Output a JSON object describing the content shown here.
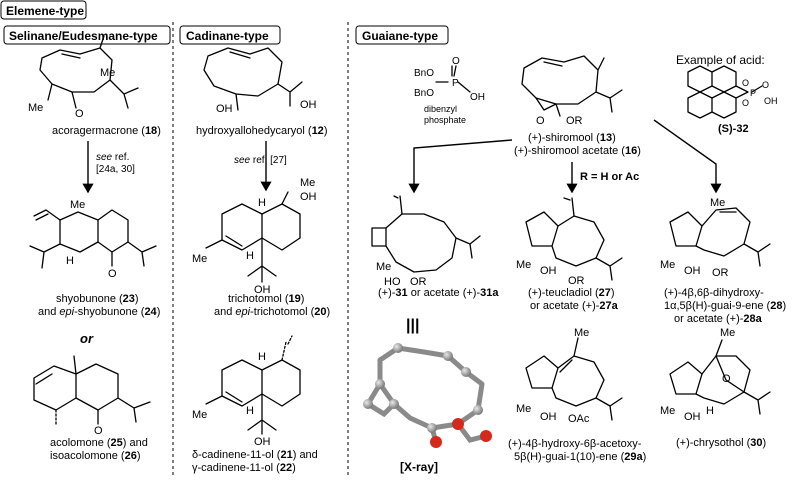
{
  "headers": {
    "elemene": "Elemene-type",
    "selinane": "Selinane/Eudesmane-type",
    "cadinane": "Cadinane-type",
    "guaiane": "Guaiane-type"
  },
  "selinane": {
    "start_name": "acoragermacrone (",
    "start_num": "18",
    "ref_prefix": "see",
    "ref_rest": " ref.",
    "ref_line2": "[24a, 30]",
    "p1_line1_a": "shyobunone (",
    "p1_line1_num": "23",
    "p1_line1_b": ")",
    "p1_line2_a": "and ",
    "p1_line2_epi": "epi",
    "p1_line2_b": "-shyobunone (",
    "p1_line2_num": "24",
    "p1_line2_c": ")",
    "or_label": "or",
    "p2_line1_a": "acolomone (",
    "p2_line1_num": "25",
    "p2_line1_b": ") and",
    "p2_line2_a": "isoacolomone (",
    "p2_line2_num": "26",
    "p2_line2_b": ")"
  },
  "cadinane": {
    "start_name": "hydroxyallohedycaryol (",
    "start_num": "12",
    "ref_prefix": "see",
    "ref_rest": " ref. [27]",
    "p1_line1_a": "trichotomol (",
    "p1_line1_num": "19",
    "p1_line1_b": ")",
    "p1_line2_a": "and ",
    "p1_line2_epi": "epi",
    "p1_line2_b": "-trichotomol (",
    "p1_line2_num": "20",
    "p1_line2_c": ")",
    "p2_line1_a": "δ-cadinene-11-ol (",
    "p2_line1_num": "21",
    "p2_line1_b": ") and",
    "p2_line2_a": "γ-cadinene-11-ol (",
    "p2_line2_num": "22",
    "p2_line2_b": ")"
  },
  "guaiane": {
    "reagent_line1": "dibenzyl",
    "reagent_line2": "phosphate",
    "reagent_bno1": "BnO",
    "reagent_bno2": "BnO",
    "reagent_o": "O",
    "reagent_p": "P",
    "reagent_oh": "OH",
    "start_line1_a": "(+)-shiromool (",
    "start_line1_num": "13",
    "start_line1_b": ")",
    "start_line2_a": "(+)-shiromool acetate (",
    "start_line2_num": "16",
    "start_line2_b": ")",
    "r_label": "R = H or Ac",
    "acid_title": "Example of acid:",
    "acid_label": "(S)-32",
    "prod_31_a": "(+)-",
    "prod_31_num": "31",
    "prod_31_b": " or acetate (+)-",
    "prod_31_num2": "31a",
    "prod_27_line1_a": "(+)-teucladiol (",
    "prod_27_line1_num": "27",
    "prod_27_line1_b": ")",
    "prod_27_line2_a": "or acetate (+)-",
    "prod_27_line2_num": "27a",
    "prod_28_line1": "(+)-4β,6β-dihydroxy-",
    "prod_28_line2_a": "1α,5β(H)-guai-9-ene (",
    "prod_28_line2_num": "28",
    "prod_28_line2_b": ")",
    "prod_28_line3_a": "or acetate (+)-",
    "prod_28_line3_num": "28a",
    "xray_label": "[X-ray]",
    "equiv_symbol": "|||",
    "prod_29_line1": "(+)-4β-hydroxy-6β-acetoxy-",
    "prod_29_line2_a": "5β(H)-guai-1(10)-ene (",
    "prod_29_line2_num": "29a",
    "prod_29_line2_b": ")",
    "prod_30_a": "(+)-chrysothol (",
    "prod_30_num": "30",
    "prod_30_b": ")"
  },
  "atoms": {
    "me": "Me",
    "o": "O",
    "oh": "OH",
    "h": "H",
    "ho": "HO",
    "or": "OR",
    "oac": "OAc"
  },
  "colors": {
    "ink": "#000000",
    "xray_gray": "#9a9a9a",
    "xray_red": "#d42a1e"
  }
}
